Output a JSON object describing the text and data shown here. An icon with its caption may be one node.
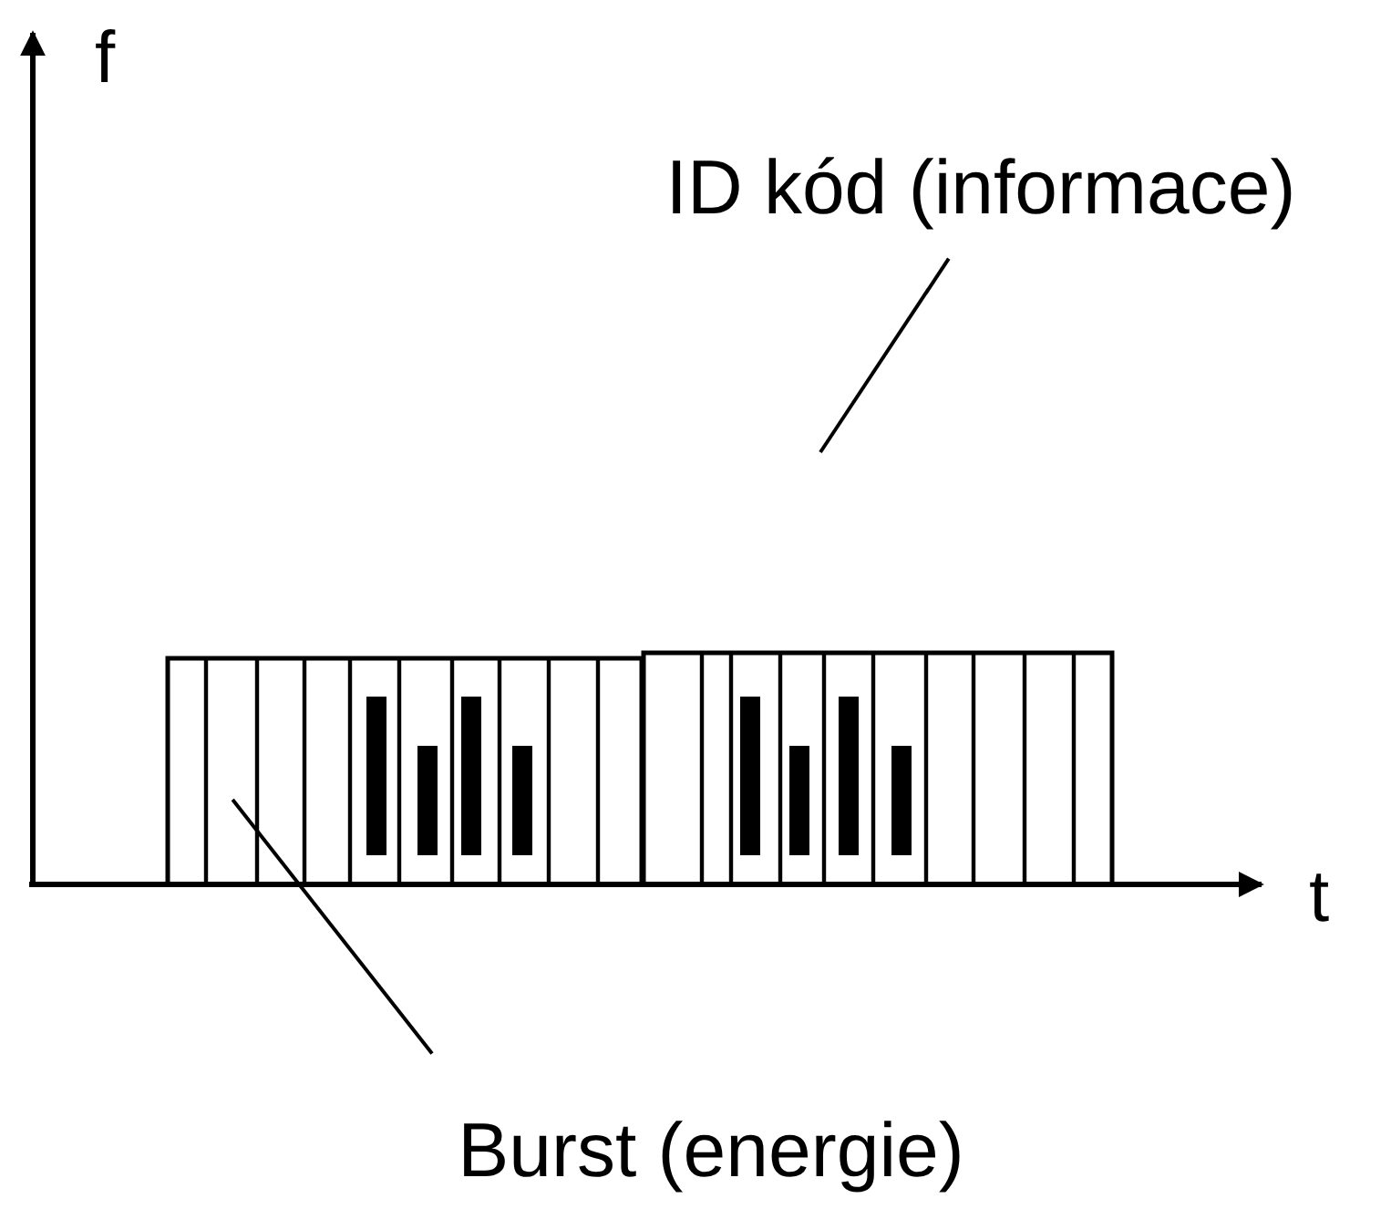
{
  "diagram": {
    "nodes": [
      {
        "text": [
          "ID kód (informace)"
        ]
      },
      {
        "text": [],
        "shape": "box"
      },
      {
        "text": [
          "Burst (energie)"
        ]
      }
    ],
    "edges": [
      {
        "from": 0,
        "to": null,
        "arrow": "none"
      },
      {
        "from": 2,
        "to": 1,
        "arrow": "none"
      }
    ],
    "labels": [
      "f",
      "t"
    ]
  }
}
